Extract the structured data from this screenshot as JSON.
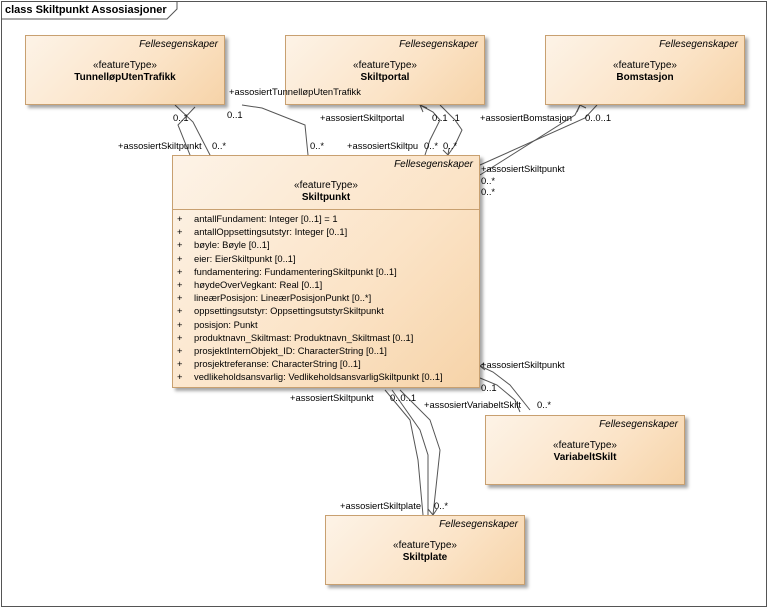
{
  "diagram": {
    "title": "class Skiltpunkt Assosiasjoner"
  },
  "classes": {
    "tunnel": {
      "package": "Fellesegenskaper",
      "stereotype": "«featureType»",
      "name": "TunnelløpUtenTrafikk"
    },
    "skiltportal": {
      "package": "Fellesegenskaper",
      "stereotype": "«featureType»",
      "name": "Skiltportal"
    },
    "bomstasjon": {
      "package": "Fellesegenskaper",
      "stereotype": "«featureType»",
      "name": "Bomstasjon"
    },
    "skiltpunkt": {
      "package": "Fellesegenskaper",
      "stereotype": "«featureType»",
      "name": "Skiltpunkt",
      "attributes": [
        {
          "vis": "+",
          "text": "antallFundament: Integer [0..1] = 1"
        },
        {
          "vis": "+",
          "text": "antallOppsettingsutstyr: Integer [0..1]"
        },
        {
          "vis": "+",
          "text": "bøyle: Bøyle [0..1]"
        },
        {
          "vis": "+",
          "text": "eier: EierSkiltpunkt [0..1]"
        },
        {
          "vis": "+",
          "text": "fundamentering: FundamenteringSkiltpunkt [0..1]"
        },
        {
          "vis": "+",
          "text": "høydeOverVegkant: Real [0..1]"
        },
        {
          "vis": "+",
          "text": "lineærPosisjon: LineærPosisjonPunkt [0..*]"
        },
        {
          "vis": "+",
          "text": "oppsettingsutstyr: OppsettingsutstyrSkiltpunkt"
        },
        {
          "vis": "+",
          "text": "posisjon: Punkt"
        },
        {
          "vis": "+",
          "text": "produktnavn_Skiltmast: Produktnavn_Skiltmast [0..1]"
        },
        {
          "vis": "+",
          "text": "prosjektInternObjekt_ID: CharacterString [0..1]"
        },
        {
          "vis": "+",
          "text": "prosjektreferanse: CharacterString [0..1]"
        },
        {
          "vis": "+",
          "text": "vedlikeholdsansvarlig: VedlikeholdsansvarligSkiltpunkt [0..1]"
        }
      ]
    },
    "variabeltskilt": {
      "package": "Fellesegenskaper",
      "stereotype": "«featureType»",
      "name": "VariabeltSkilt"
    },
    "skiltplate": {
      "package": "Fellesegenskaper",
      "stereotype": "«featureType»",
      "name": "Skiltplate"
    }
  },
  "labels": {
    "tunnel_role": "+assosiertTunnelløpUtenTrafikk",
    "tunnel_mult_a": "0..1",
    "tunnel_mult_b": "0..1",
    "tunnel_sp_role": "+assosiertSkiltpunkt",
    "tunnel_sp_mult": "0..*",
    "tunnel_sp_mult2": "0..*",
    "portal_role": "+assosiertSkiltportal",
    "portal_mult": "0..1",
    "portal_mult2": ".1",
    "portal_sp_role": "+assosiertSkiltpu",
    "portal_sp_mult": "0..*",
    "portal_sp_mult2": "0..*",
    "bom_role": "+assosiertBomstasjon",
    "bom_mult": "0..0..1",
    "bom_sp_role": "+assosiertSkiltpunkt",
    "bom_sp_mult": "0..*",
    "bom_sp_mult2": "0..*",
    "var_sp_role": "+assosiertSkiltpunkt",
    "var_sp_mult": "0..1",
    "var_role": "+assosiertVariabeltSkilt",
    "var_mult": "0..*",
    "plate_sp_role": "+assosiertSkiltpunkt",
    "plate_sp_mult": "0..0..1",
    "plate_role": "+assosiertSkiltplate",
    "plate_mult": "0..*"
  }
}
